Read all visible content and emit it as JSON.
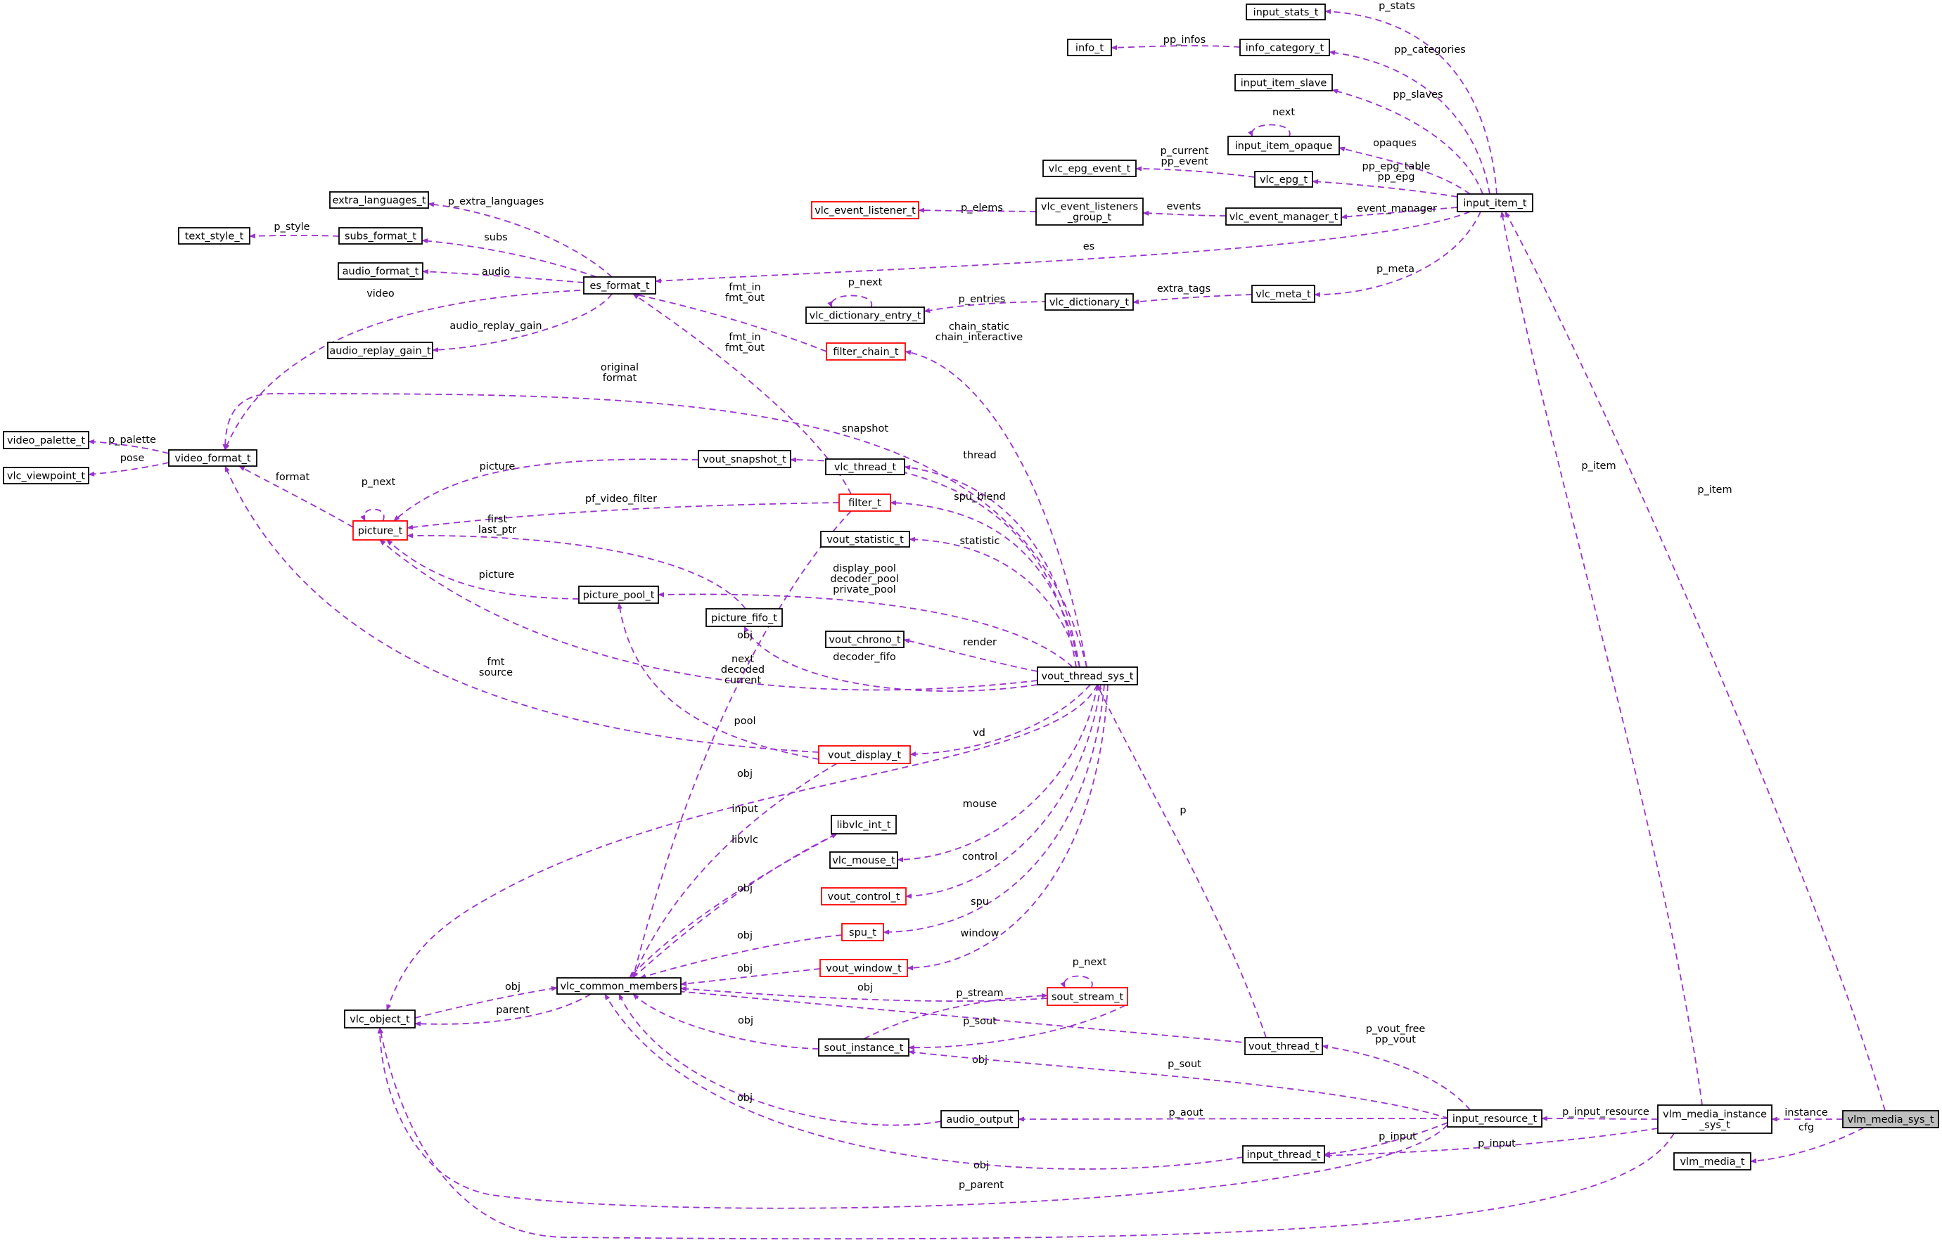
{
  "diagram": {
    "nodes": {
      "input_stats_t": {
        "label": "input_stats_t"
      },
      "info_t": {
        "label": "info_t"
      },
      "info_category_t": {
        "label": "info_category_t"
      },
      "input_item_slave": {
        "label": "input_item_slave"
      },
      "input_item_opaque": {
        "label": "input_item_opaque"
      },
      "vlc_epg_event_t": {
        "label": "vlc_epg_event_t"
      },
      "vlc_epg_t": {
        "label": "vlc_epg_t"
      },
      "input_item_t": {
        "label": "input_item_t"
      },
      "vlc_event_listener_t": {
        "label": "vlc_event_listener_t",
        "style": "red"
      },
      "vlc_event_listeners_group_t": {
        "label": "vlc_event_listeners\n_group_t"
      },
      "vlc_event_manager_t": {
        "label": "vlc_event_manager_t"
      },
      "extra_languages_t": {
        "label": "extra_languages_t"
      },
      "text_style_t": {
        "label": "text_style_t"
      },
      "subs_format_t": {
        "label": "subs_format_t"
      },
      "audio_format_t": {
        "label": "audio_format_t"
      },
      "es_format_t": {
        "label": "es_format_t"
      },
      "vlc_dictionary_entry_t": {
        "label": "vlc_dictionary_entry_t"
      },
      "vlc_dictionary_t": {
        "label": "vlc_dictionary_t"
      },
      "vlc_meta_t": {
        "label": "vlc_meta_t"
      },
      "audio_replay_gain_t": {
        "label": "audio_replay_gain_t"
      },
      "filter_chain_t": {
        "label": "filter_chain_t",
        "style": "red"
      },
      "video_palette_t": {
        "label": "video_palette_t"
      },
      "vlc_viewpoint_t": {
        "label": "vlc_viewpoint_t"
      },
      "video_format_t": {
        "label": "video_format_t"
      },
      "vout_snapshot_t": {
        "label": "vout_snapshot_t"
      },
      "vlc_thread_t": {
        "label": "vlc_thread_t"
      },
      "picture_t": {
        "label": "picture_t",
        "style": "red"
      },
      "filter_t": {
        "label": "filter_t",
        "style": "red"
      },
      "vout_statistic_t": {
        "label": "vout_statistic_t"
      },
      "picture_pool_t": {
        "label": "picture_pool_t"
      },
      "picture_fifo_t": {
        "label": "picture_fifo_t"
      },
      "vout_chrono_t": {
        "label": "vout_chrono_t"
      },
      "vout_thread_sys_t": {
        "label": "vout_thread_sys_t"
      },
      "vout_display_t": {
        "label": "vout_display_t",
        "style": "red"
      },
      "libvlc_int_t": {
        "label": "libvlc_int_t"
      },
      "vlc_mouse_t": {
        "label": "vlc_mouse_t"
      },
      "vout_control_t": {
        "label": "vout_control_t",
        "style": "red"
      },
      "spu_t": {
        "label": "spu_t",
        "style": "red"
      },
      "vout_window_t": {
        "label": "vout_window_t",
        "style": "red"
      },
      "vlc_common_members": {
        "label": "vlc_common_members"
      },
      "sout_stream_t": {
        "label": "sout_stream_t",
        "style": "red"
      },
      "vlc_object_t": {
        "label": "vlc_object_t"
      },
      "sout_instance_t": {
        "label": "sout_instance_t"
      },
      "vout_thread_t": {
        "label": "vout_thread_t"
      },
      "audio_output": {
        "label": "audio_output"
      },
      "input_resource_t": {
        "label": "input_resource_t"
      },
      "vlm_media_instance_sys_t": {
        "label": "vlm_media_instance\n_sys_t"
      },
      "vlm_media_sys_t": {
        "label": "vlm_media_sys_t",
        "style": "root"
      },
      "input_thread_t": {
        "label": "input_thread_t"
      },
      "vlm_media_t": {
        "label": "vlm_media_t"
      }
    },
    "edges": [
      {
        "from": "input_item_t",
        "to": "input_stats_t",
        "label": "p_stats"
      },
      {
        "from": "info_category_t",
        "to": "info_t",
        "label": "pp_infos"
      },
      {
        "from": "input_item_t",
        "to": "info_category_t",
        "label": "pp_categories"
      },
      {
        "from": "input_item_t",
        "to": "input_item_slave",
        "label": "pp_slaves"
      },
      {
        "from": "input_item_opaque",
        "to": "input_item_opaque",
        "label": "next"
      },
      {
        "from": "input_item_t",
        "to": "input_item_opaque",
        "label": "opaques"
      },
      {
        "from": "vlc_epg_t",
        "to": "vlc_epg_event_t",
        "label": "p_current\npp_event"
      },
      {
        "from": "input_item_t",
        "to": "vlc_epg_t",
        "label": "pp_epg_table\npp_epg"
      },
      {
        "from": "vlc_event_listeners_group_t",
        "to": "vlc_event_listener_t",
        "label": "p_elems"
      },
      {
        "from": "vlc_event_manager_t",
        "to": "vlc_event_listeners_group_t",
        "label": "events"
      },
      {
        "from": "input_item_t",
        "to": "vlc_event_manager_t",
        "label": "event_manager"
      },
      {
        "from": "input_item_t",
        "to": "es_format_t",
        "label": "es"
      },
      {
        "from": "input_item_t",
        "to": "vlc_meta_t",
        "label": "p_meta"
      },
      {
        "from": "es_format_t",
        "to": "extra_languages_t",
        "label": "p_extra_languages"
      },
      {
        "from": "subs_format_t",
        "to": "text_style_t",
        "label": "p_style"
      },
      {
        "from": "es_format_t",
        "to": "subs_format_t",
        "label": "subs"
      },
      {
        "from": "es_format_t",
        "to": "audio_format_t",
        "label": "audio"
      },
      {
        "from": "es_format_t",
        "to": "video_format_t",
        "label": "video"
      },
      {
        "from": "es_format_t",
        "to": "audio_replay_gain_t",
        "label": "audio_replay_gain"
      },
      {
        "from": "filter_chain_t",
        "to": "es_format_t",
        "label": "fmt_in\nfmt_out"
      },
      {
        "from": "filter_t",
        "to": "es_format_t",
        "label": "fmt_in\nfmt_out"
      },
      {
        "from": "vlc_dictionary_entry_t",
        "to": "vlc_dictionary_entry_t",
        "label": "p_next"
      },
      {
        "from": "vlc_dictionary_t",
        "to": "vlc_dictionary_entry_t",
        "label": "p_entries"
      },
      {
        "from": "vlc_meta_t",
        "to": "vlc_dictionary_t",
        "label": "extra_tags"
      },
      {
        "from": "vout_thread_sys_t",
        "to": "filter_chain_t",
        "label": "chain_static\nchain_interactive"
      },
      {
        "from": "vout_thread_sys_t",
        "to": "video_format_t",
        "label": "original\nformat"
      },
      {
        "from": "video_format_t",
        "to": "video_palette_t",
        "label": "p_palette"
      },
      {
        "from": "video_format_t",
        "to": "vlc_viewpoint_t",
        "label": "pose"
      },
      {
        "from": "picture_t",
        "to": "video_format_t",
        "label": "format"
      },
      {
        "from": "picture_t",
        "to": "picture_t",
        "label": "p_next"
      },
      {
        "from": "vout_snapshot_t",
        "to": "picture_t",
        "label": "picture"
      },
      {
        "from": "filter_t",
        "to": "picture_t",
        "label": "pf_video_filter"
      },
      {
        "from": "picture_fifo_t",
        "to": "picture_t",
        "label": "first\nlast_ptr"
      },
      {
        "from": "picture_pool_t",
        "to": "picture_t",
        "label": "picture"
      },
      {
        "from": "vout_thread_sys_t",
        "to": "picture_t",
        "label": "next\ndecoded\ncurrent"
      },
      {
        "from": "vout_display_t",
        "to": "video_format_t",
        "label": "fmt\nsource"
      },
      {
        "from": "vout_thread_sys_t",
        "to": "vout_snapshot_t",
        "label": "snapshot"
      },
      {
        "from": "vout_thread_sys_t",
        "to": "vlc_thread_t",
        "label": "thread"
      },
      {
        "from": "vout_thread_sys_t",
        "to": "filter_t",
        "label": "spu_blend"
      },
      {
        "from": "vout_thread_sys_t",
        "to": "vout_statistic_t",
        "label": "statistic"
      },
      {
        "from": "vout_thread_sys_t",
        "to": "picture_pool_t",
        "label": "display_pool\ndecoder_pool\nprivate_pool"
      },
      {
        "from": "vout_thread_sys_t",
        "to": "picture_fifo_t",
        "label": "decoder_fifo"
      },
      {
        "from": "vout_thread_sys_t",
        "to": "vout_chrono_t",
        "label": "render"
      },
      {
        "from": "vout_thread_sys_t",
        "to": "vout_display_t",
        "label": "vd"
      },
      {
        "from": "vout_display_t",
        "to": "picture_pool_t",
        "label": "pool"
      },
      {
        "from": "vout_thread_sys_t",
        "to": "vlc_object_t",
        "label": "input"
      },
      {
        "from": "vout_thread_sys_t",
        "to": "vlc_mouse_t",
        "label": "mouse"
      },
      {
        "from": "vout_thread_sys_t",
        "to": "vout_control_t",
        "label": "control"
      },
      {
        "from": "vout_thread_sys_t",
        "to": "spu_t",
        "label": "spu"
      },
      {
        "from": "vout_thread_sys_t",
        "to": "vout_window_t",
        "label": "window"
      },
      {
        "from": "vout_thread_t",
        "to": "vout_thread_sys_t",
        "label": "p"
      },
      {
        "from": "filter_t",
        "to": "vlc_common_members",
        "label": "obj"
      },
      {
        "from": "vout_display_t",
        "to": "vlc_common_members",
        "label": "obj"
      },
      {
        "from": "vlc_common_members",
        "to": "libvlc_int_t",
        "label": "libvlc"
      },
      {
        "from": "libvlc_int_t",
        "to": "vlc_common_members",
        "label": "obj"
      },
      {
        "from": "spu_t",
        "to": "vlc_common_members",
        "label": "obj"
      },
      {
        "from": "vout_window_t",
        "to": "vlc_common_members",
        "label": "obj"
      },
      {
        "from": "sout_stream_t",
        "to": "vlc_common_members",
        "label": "obj"
      },
      {
        "from": "sout_instance_t",
        "to": "vlc_common_members",
        "label": "obj"
      },
      {
        "from": "vout_thread_t",
        "to": "vlc_common_members",
        "label": "obj"
      },
      {
        "from": "audio_output",
        "to": "vlc_common_members",
        "label": "obj"
      },
      {
        "from": "input_thread_t",
        "to": "vlc_common_members",
        "label": "obj"
      },
      {
        "from": "vlc_object_t",
        "to": "vlc_common_members",
        "label": "obj"
      },
      {
        "from": "vlc_common_members",
        "to": "vlc_object_t",
        "label": "parent"
      },
      {
        "from": "sout_stream_t",
        "to": "sout_stream_t",
        "label": "p_next"
      },
      {
        "from": "sout_instance_t",
        "to": "sout_stream_t",
        "label": "p_stream"
      },
      {
        "from": "sout_stream_t",
        "to": "sout_instance_t",
        "label": "p_sout"
      },
      {
        "from": "input_resource_t",
        "to": "sout_instance_t",
        "label": "p_sout"
      },
      {
        "from": "input_resource_t",
        "to": "vout_thread_t",
        "label": "p_vout_free\npp_vout"
      },
      {
        "from": "input_resource_t",
        "to": "audio_output",
        "label": "p_aout"
      },
      {
        "from": "input_resource_t",
        "to": "input_thread_t",
        "label": "p_input"
      },
      {
        "from": "input_resource_t",
        "to": "vlc_object_t",
        "label": "p_parent"
      },
      {
        "from": "vlm_media_instance_sys_t",
        "to": "input_item_t",
        "label": "p_item"
      },
      {
        "from": "vlm_media_instance_sys_t",
        "to": "input_resource_t",
        "label": "p_input_resource"
      },
      {
        "from": "vlm_media_instance_sys_t",
        "to": "input_thread_t",
        "label": "p_input"
      },
      {
        "from": "vlm_media_instance_sys_t",
        "to": "vlc_object_t",
        "label": "p_parent"
      },
      {
        "from": "vlm_media_sys_t",
        "to": "input_item_t",
        "label": "p_item"
      },
      {
        "from": "vlm_media_sys_t",
        "to": "vlm_media_instance_sys_t",
        "label": "instance"
      },
      {
        "from": "vlm_media_sys_t",
        "to": "vlm_media_t",
        "label": "cfg"
      }
    ]
  },
  "colors": {
    "edge": "#9a32cd",
    "node_border": "#000000",
    "node_border_incomplete": "#ff0000",
    "root_fill": "#bfbfbf"
  }
}
